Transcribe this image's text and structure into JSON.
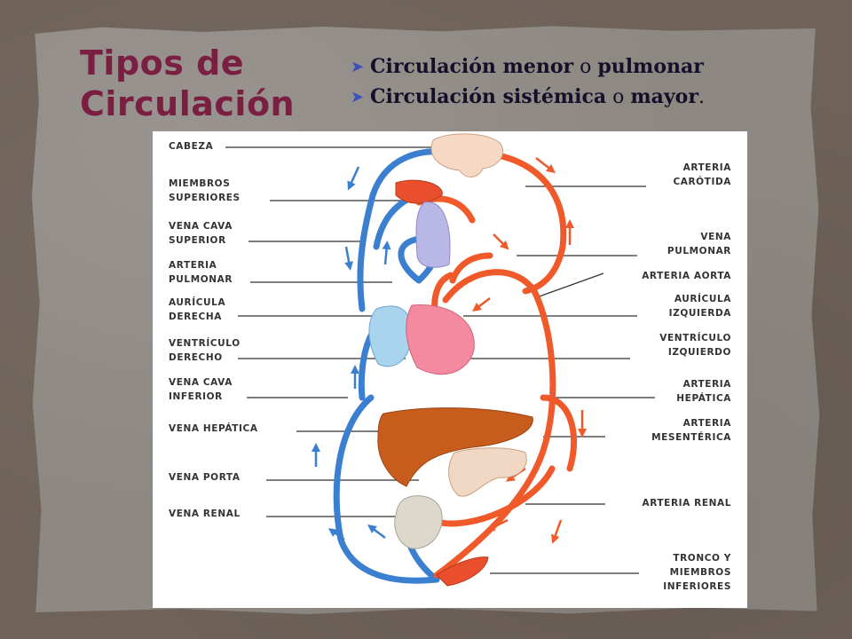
{
  "title": {
    "line1": "Tipos de",
    "line2": "Circulación"
  },
  "bullets": [
    {
      "a": "Circulación menor",
      "o": " o ",
      "b": "pulmonar"
    },
    {
      "a": "Circulación sistémica",
      "o": " o ",
      "b": "mayor",
      "end": "."
    }
  ],
  "labels_left": [
    [
      "CABEZA"
    ],
    [
      "MIEMBROS",
      "SUPERIORES"
    ],
    [
      "VENA CAVA",
      "SUPERIOR"
    ],
    [
      "ARTERIA",
      "PULMONAR"
    ],
    [
      "AURÍCULA",
      "DERECHA"
    ],
    [
      "VENTRÍCULO",
      "DERECHO"
    ],
    [
      "VENA CAVA",
      "INFERIOR"
    ],
    [
      "VENA HEPÁTICA"
    ],
    [
      "VENA PORTA"
    ],
    [
      "VENA RENAL"
    ]
  ],
  "labels_right": [
    [
      "ARTERIA",
      "CARÓTIDA"
    ],
    [
      "VENA",
      "PULMONAR"
    ],
    [
      "ARTERIA AORTA"
    ],
    [
      "AURÍCULA",
      "IZQUIERDA"
    ],
    [
      "VENTRÍCULO",
      "IZQUIERDO"
    ],
    [
      "ARTERIA",
      "HEPÁTICA"
    ],
    [
      "ARTERIA",
      "MESENTÉRICA"
    ],
    [
      "ARTERIA RENAL"
    ],
    [
      "TRONCO Y",
      "MIEMBROS",
      "INFERIORES"
    ]
  ],
  "colors": {
    "artery": "#f05a2a",
    "vein": "#3a7fd0",
    "title": "#7a1f42",
    "bullet_marker": "#3d4fbf"
  },
  "icons": {
    "bullet_marker": "arrowhead-bullet-icon"
  }
}
